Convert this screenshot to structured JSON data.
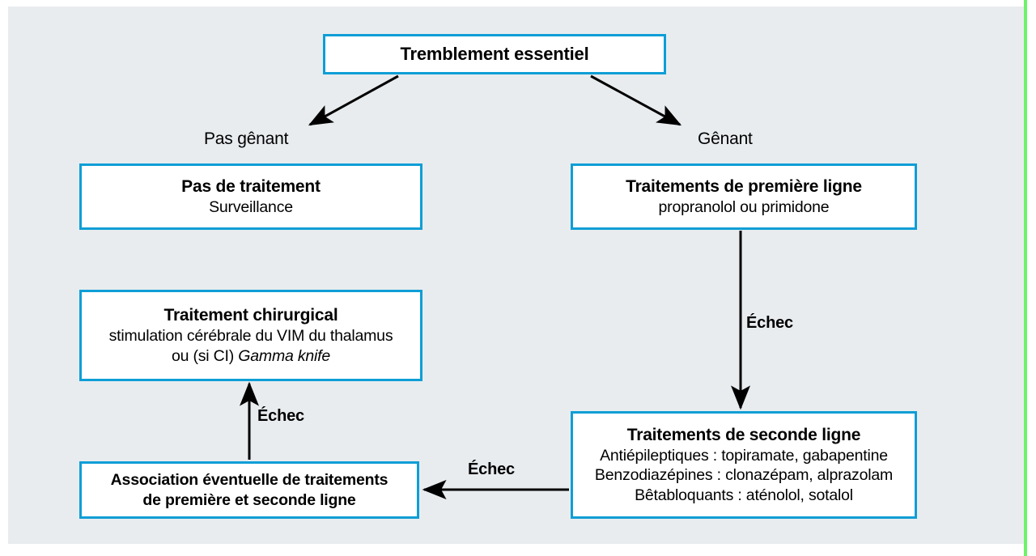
{
  "figure": {
    "kind": "clinical-decision-flowchart",
    "language": "fr",
    "background_color": "#e8ecef",
    "box_border_color": "#0e9ed6",
    "accent_rule_color": "#6cf368",
    "arrow_color": "#000000"
  },
  "nodes": {
    "root": {
      "title": "Tremblement essentiel",
      "subtitle": ""
    },
    "no_treatment": {
      "title": "Pas de traitement",
      "subtitle": "Surveillance"
    },
    "first_line": {
      "title": "Traitements de première ligne",
      "subtitle": "propranolol ou primidone"
    },
    "surgical": {
      "title": "Traitement chirurgical",
      "line1": "stimulation cérébrale du VIM du thalamus",
      "line2_prefix": "ou (si CI) ",
      "line2_italic": "Gamma knife"
    },
    "second_line": {
      "title": "Traitements de seconde ligne",
      "line1": "Antiépileptiques : topiramate, gabapentine",
      "line2": "Benzodiazépines : clonazépam, alprazolam",
      "line3": "Bêtabloquants : aténolol, sotalol"
    },
    "association": {
      "line1": "Association éventuelle de traitements",
      "line2": "de première et seconde ligne"
    }
  },
  "edge_labels": {
    "not_bothersome": "Pas gênant",
    "bothersome": "Gênant",
    "failure_first_to_second": "Échec",
    "failure_assoc_to_surgical": "Échec",
    "failure_second_to_assoc": "Échec"
  }
}
